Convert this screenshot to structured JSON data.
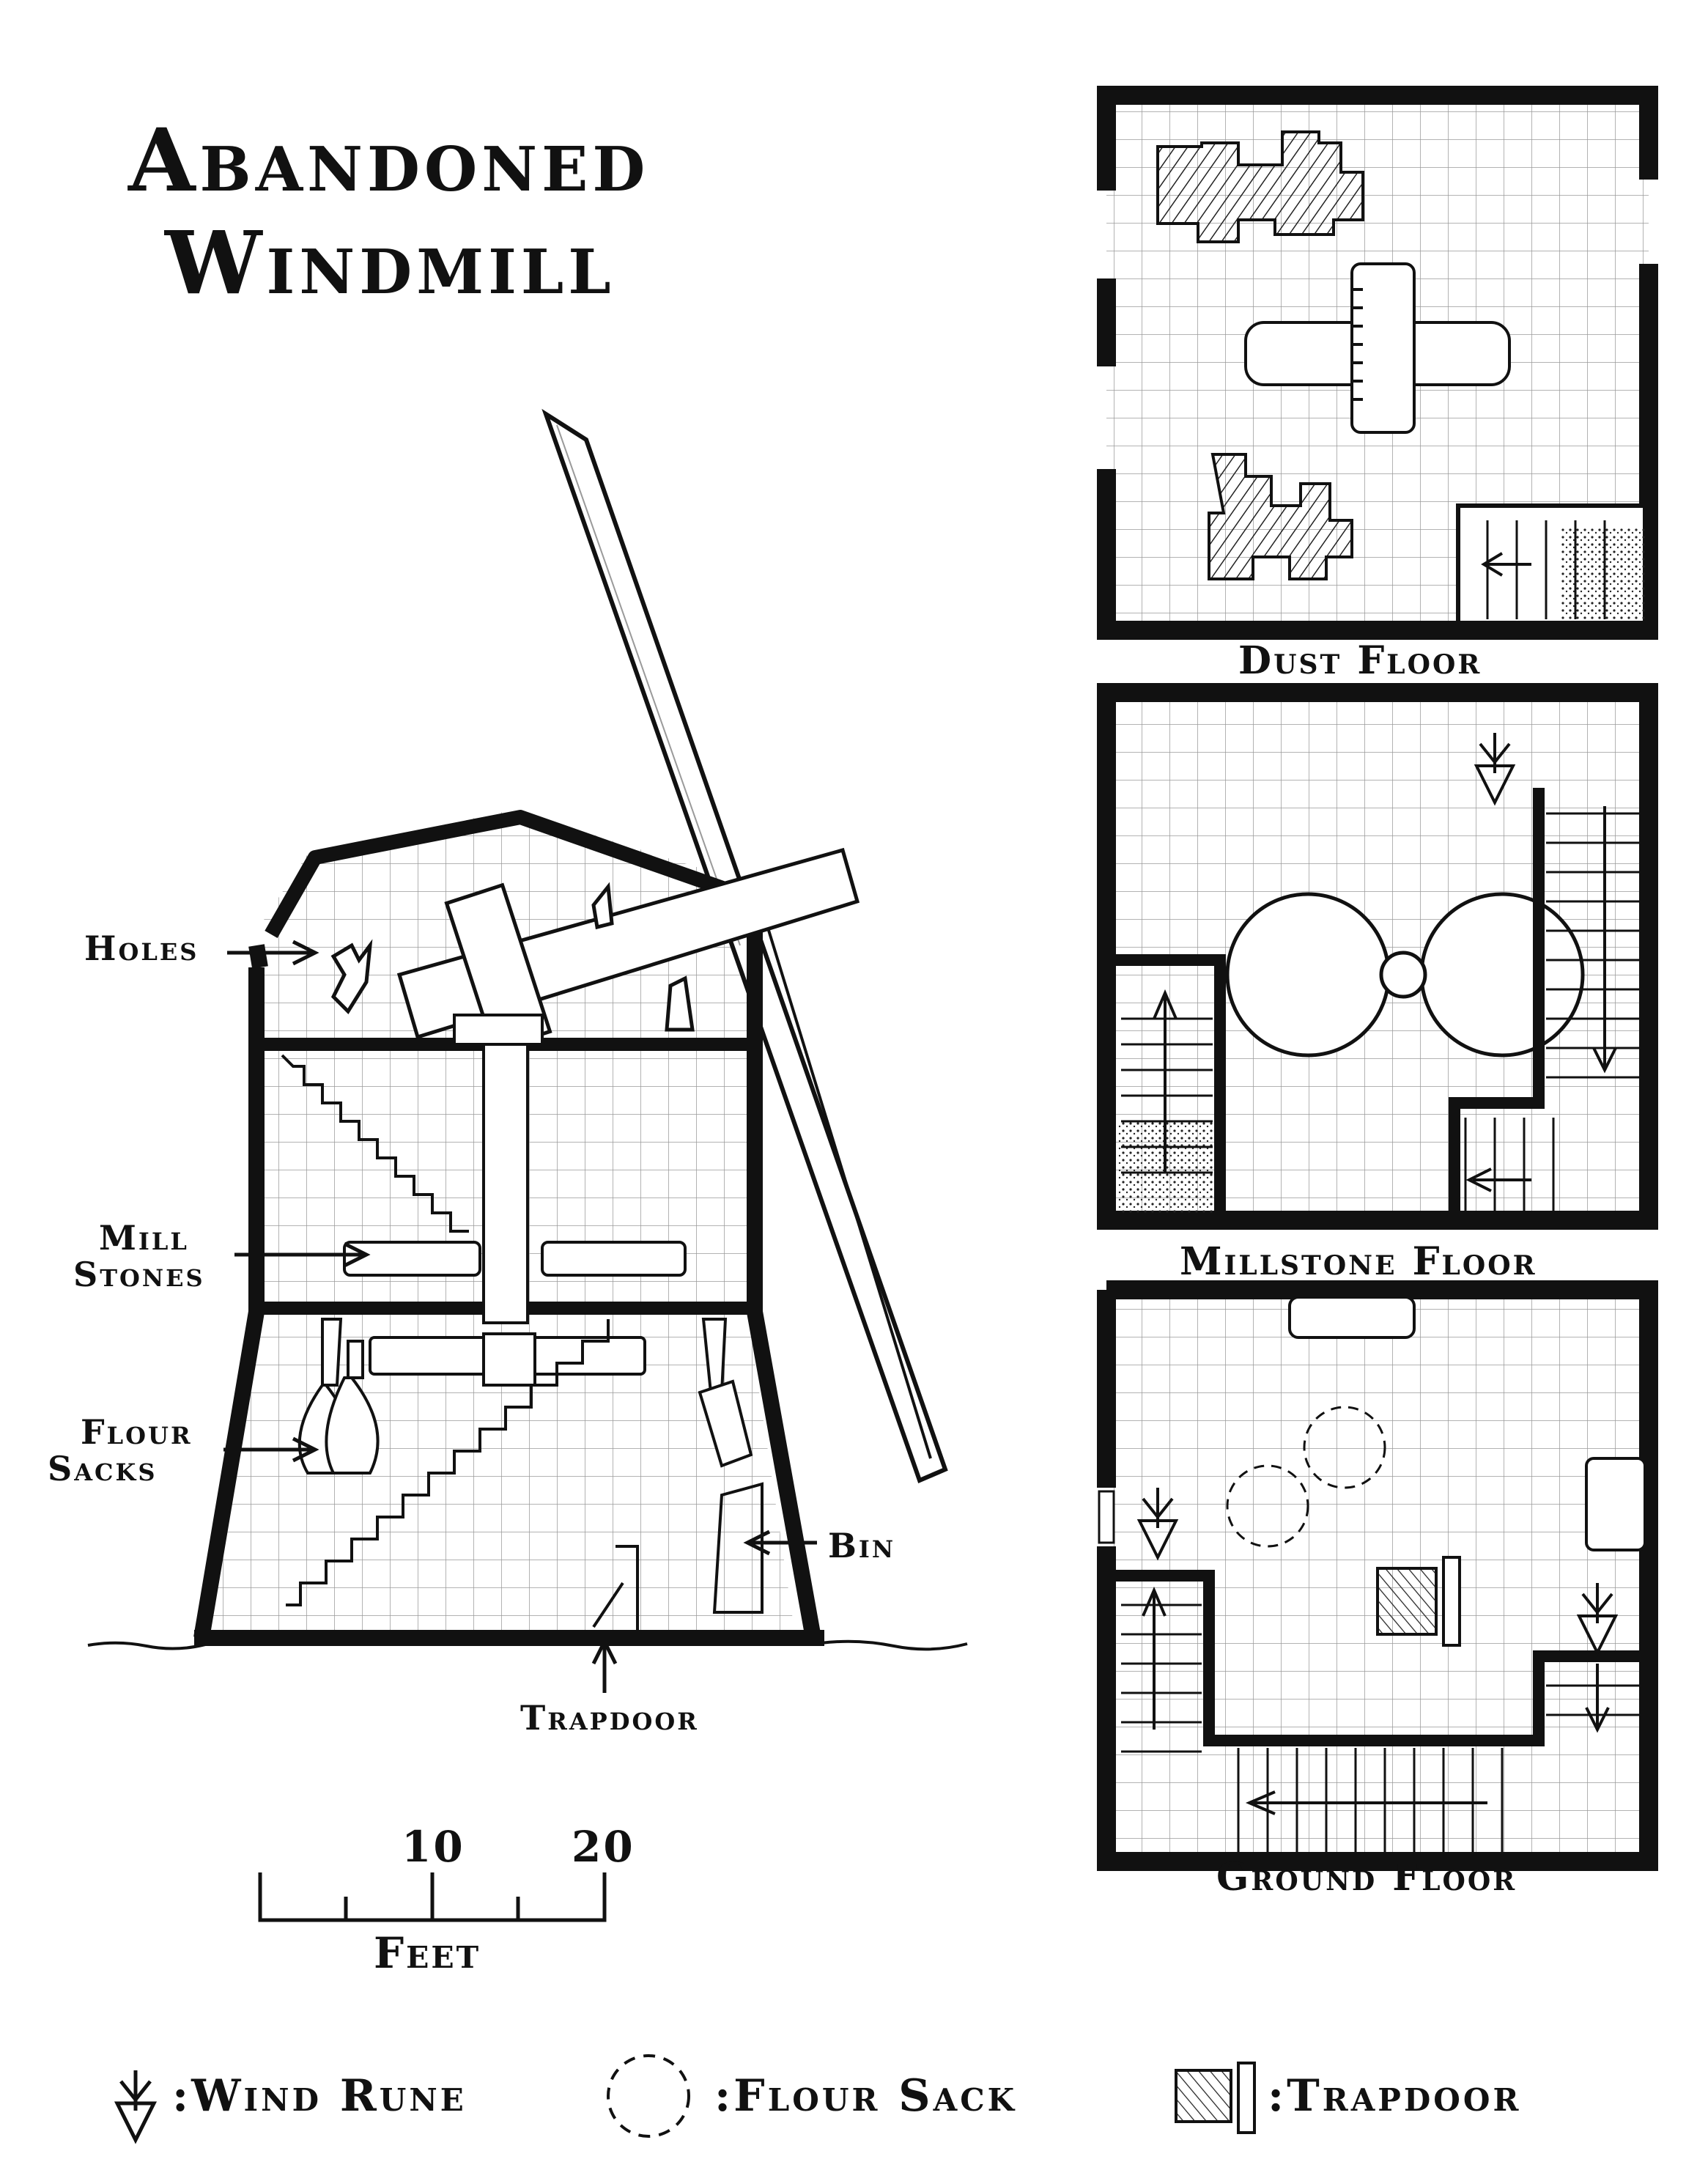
{
  "title": {
    "line1": "Abandoned",
    "line2": "Windmill"
  },
  "cross_section": {
    "callouts": {
      "holes": "Holes",
      "mill_stones_1": "Mill",
      "mill_stones_2": "Stones",
      "flour_sacks_1": "Flour",
      "flour_sacks_2": "Sacks",
      "bin": "Bin",
      "trapdoor": "Trapdoor"
    }
  },
  "scale": {
    "ticks": [
      "10",
      "20"
    ],
    "unit": "Feet"
  },
  "floors": {
    "dust": "Dust Floor",
    "millstone": "Millstone Floor",
    "ground": "Ground Floor"
  },
  "legend": {
    "wind_rune": ":Wind Rune",
    "flour_sack": ":Flour Sack",
    "trapdoor": ":Trapdoor"
  },
  "colors": {
    "ink": "#111111",
    "grid": "#9a9a9a",
    "paper": "#ffffff"
  }
}
